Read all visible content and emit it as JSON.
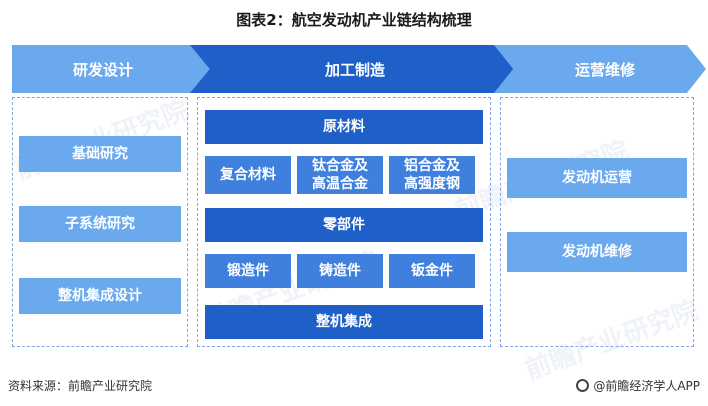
{
  "title": "图表2：航空发动机产业链结构梳理",
  "stages": {
    "design": "研发设计",
    "manufacture": "加工制造",
    "operation": "运营维修"
  },
  "design_items": [
    "基础研究",
    "子系统研究",
    "整机集成设计"
  ],
  "manufacture": {
    "raw_materials": "原材料",
    "materials": [
      "复合材料",
      "钛合金及\n高温合金",
      "铝合金及\n高强度钢"
    ],
    "parts": "零部件",
    "part_items": [
      "锻造件",
      "铸造件",
      "钣金件"
    ],
    "assembly": "整机集成"
  },
  "operation_items": [
    "发动机运营",
    "发动机维修"
  ],
  "watermark": "前瞻产业研究院",
  "footer": {
    "source": "资料来源：前瞻产业研究院",
    "brand": "@前瞻经济学人APP"
  }
}
